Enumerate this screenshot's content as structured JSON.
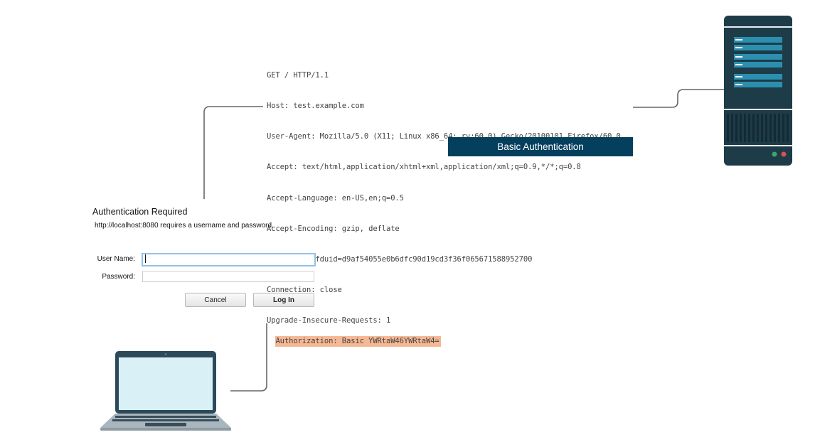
{
  "http_request": {
    "lines": [
      "GET / HTTP/1.1",
      "Host: test.example.com",
      "User-Agent: Mozilla/5.0 (X11; Linux x86_64; rv:60.0) Gecko/20100101 Firefox/60.0",
      "Accept: text/html,application/xhtml+xml,application/xml;q=0.9,*/*;q=0.8",
      "Accept-Language: en-US,en;q=0.5",
      "Accept-Encoding: gzip, deflate",
      "Cookie: __cfduid=d9af54055e0b6dfc90d19cd3f36f065671588952700",
      "Connection: close",
      "Upgrade-Insecure-Requests: 1"
    ],
    "auth_line": "Authorization: Basic YWRtaW46YWRtaW4=",
    "highlight_color": "#f5b895"
  },
  "banner": {
    "label": "Basic Authentication",
    "color": "#053f5e"
  },
  "dialog": {
    "title": "Authentication Required",
    "message": "http://localhost:8080 requires a username and password.",
    "username_label": "User Name:",
    "password_label": "Password:",
    "username_value": "",
    "password_value": "",
    "cancel_label": "Cancel",
    "login_label": "Log In"
  },
  "colors": {
    "server_body": "#1e3b48",
    "server_slot": "#2b8fb0",
    "led_green": "#3aa76d",
    "led_red": "#d9534f",
    "laptop_frame": "#2d4a5a",
    "laptop_screen": "#d9f0f7",
    "laptop_base": "#a9b6bd",
    "connector": "#666666"
  },
  "icons": {
    "server": "server-icon",
    "laptop": "laptop-icon"
  }
}
